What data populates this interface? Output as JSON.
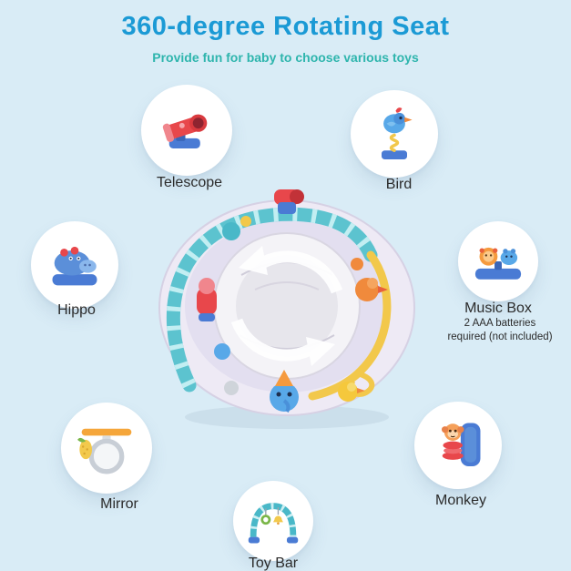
{
  "header": {
    "title": "360-degree Rotating Seat",
    "subtitle": "Provide fun for baby to choose various toys"
  },
  "callouts": [
    {
      "id": "telescope",
      "label": "Telescope",
      "icon": "telescope-icon"
    },
    {
      "id": "bird",
      "label": "Bird",
      "icon": "bird-icon"
    },
    {
      "id": "hippo",
      "label": "Hippo",
      "icon": "hippo-icon"
    },
    {
      "id": "music-box",
      "label": "Music Box",
      "icon": "music-box-icon",
      "note_line1": "2 AAA batteries",
      "note_line2": "required (not included)"
    },
    {
      "id": "mirror",
      "label": "Mirror",
      "icon": "mirror-icon"
    },
    {
      "id": "monkey",
      "label": "Monkey",
      "icon": "monkey-icon"
    },
    {
      "id": "toy-bar",
      "label": "Toy Bar",
      "icon": "toy-bar-icon"
    }
  ],
  "center_image": {
    "name": "rotating-seat-with-toys",
    "features": [
      "striped toy bar arch",
      "rotation arrows",
      "fabric seat",
      "rim toys"
    ]
  },
  "colors": {
    "background": "#d9ecf6",
    "title_blue": "#1b9ad5",
    "subtitle_teal": "#2eb5ad",
    "label_text": "#2b2b2b",
    "bubble_white": "#ffffff",
    "arch_teal": "#5cc3cf",
    "tube_yellow": "#f2c84b",
    "toy_red": "#e8474b",
    "toy_blue": "#4a7bd4"
  }
}
